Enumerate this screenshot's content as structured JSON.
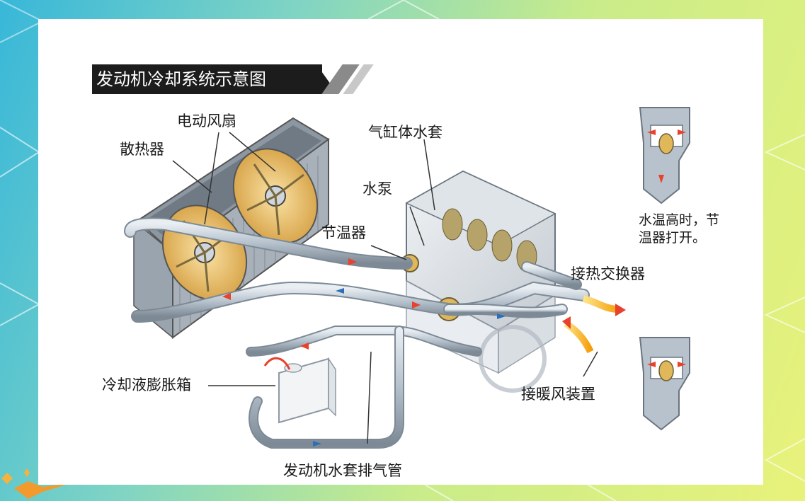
{
  "title": "发动机冷却系统示意图",
  "labels": {
    "radiator": "散热器",
    "electric_fan": "电动风扇",
    "cylinder_water_jacket": "气缸体水套",
    "water_pump": "水泵",
    "thermostat": "节温器",
    "to_heat_exchanger": "接热交换器",
    "to_heater_device": "接暖风装置",
    "expansion_tank": "冷却液膨胀箱",
    "water_jacket_vent_pipe": "发动机水套排气管"
  },
  "notes": {
    "thermostat_open_line1": "水温高时，节",
    "thermostat_open_line2": "温器打开。"
  },
  "colors": {
    "pipe": "#b8c4cf",
    "pipe_dark": "#7d8a96",
    "flow_arrow": "#e8412c",
    "flow_blue": "#2d6fb5",
    "fan_blade": "#e8c27a",
    "heat_glow": "#f6b93b"
  }
}
